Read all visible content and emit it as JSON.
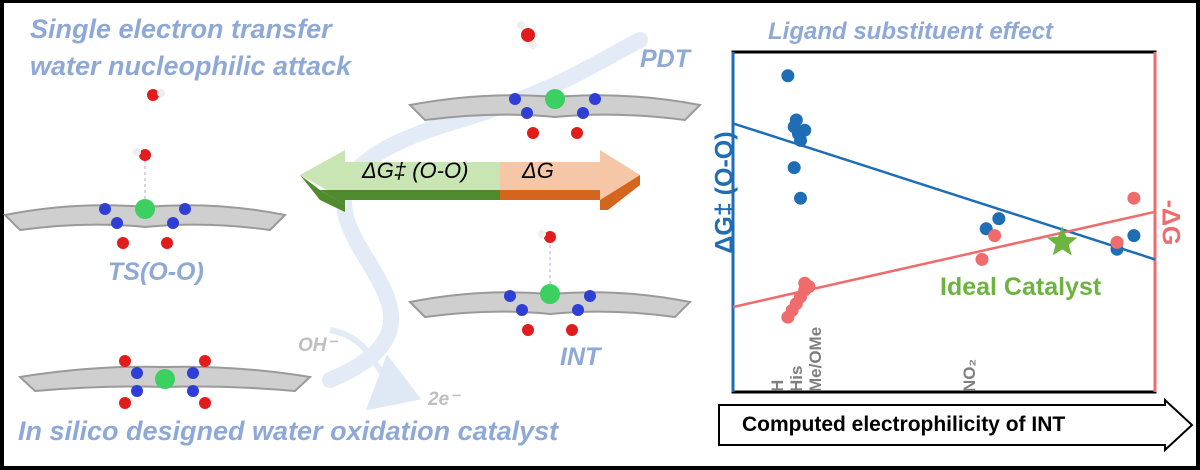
{
  "left_panel": {
    "title_line1": "Single electron transfer",
    "title_line2": "water nucleophilic attack",
    "caption": "In silico designed water oxidation catalyst",
    "label_ts": "TS(O-O)",
    "label_int": "INT",
    "label_pdt": "PDT",
    "label_oh": "OH⁻",
    "label_2e": "2e⁻",
    "arrow_barrier_label": "ΔG‡ (O-O)",
    "arrow_driving_label": "ΔG"
  },
  "colors": {
    "background": "#000000",
    "panel": "#ffffff",
    "caption_blue": "#8fa9d6",
    "series_blue": "#1f6db5",
    "series_red": "#f06b6b",
    "arrow_green_light": "#c9e5b3",
    "arrow_green_dark": "#4f8a2c",
    "arrow_orange_light": "#f5c7a6",
    "arrow_orange_dark": "#d3661c",
    "ideal_star": "#6cb33f",
    "tick_gray": "#7f7f7f"
  },
  "chart_data": {
    "type": "scatter",
    "title": "Ligand substituent effect",
    "xlabel": "Computed electrophilicity of INT",
    "ylabel_left": "ΔG‡ (O-O)",
    "ylabel_right": "-ΔG",
    "xlim": [
      0,
      100
    ],
    "ylim": [
      0,
      100
    ],
    "x_tick_labels": [
      {
        "x": 10.5,
        "label": "H"
      },
      {
        "x": 15,
        "label": "His"
      },
      {
        "x": 19.5,
        "label": "Me/OMe"
      },
      {
        "x": 56,
        "label": "NO₂"
      }
    ],
    "series": [
      {
        "name": "ΔG‡ (O-O)",
        "color": "#1f6db5",
        "points": [
          [
            13,
            93
          ],
          [
            15,
            80
          ],
          [
            15.5,
            76
          ],
          [
            14.5,
            78
          ],
          [
            17,
            77
          ],
          [
            16,
            74
          ],
          [
            14.5,
            66
          ],
          [
            16,
            57
          ],
          [
            60,
            48
          ],
          [
            63,
            51
          ],
          [
            91,
            42
          ],
          [
            95,
            46
          ]
        ],
        "fit": [
          [
            0,
            79
          ],
          [
            100,
            39
          ]
        ]
      },
      {
        "name": "-ΔG",
        "color": "#f06b6b",
        "points": [
          [
            13,
            22
          ],
          [
            14,
            24
          ],
          [
            15,
            26
          ],
          [
            16,
            28
          ],
          [
            17,
            30
          ],
          [
            18,
            31
          ],
          [
            17,
            32
          ],
          [
            59,
            39
          ],
          [
            62,
            46
          ],
          [
            91,
            44
          ],
          [
            95,
            57
          ]
        ],
        "fit": [
          [
            0,
            25
          ],
          [
            100,
            53
          ]
        ]
      }
    ],
    "annotations": [
      {
        "text": "Ideal Catalyst",
        "x": 78,
        "y": 44,
        "marker": "star"
      }
    ],
    "grid": false
  }
}
